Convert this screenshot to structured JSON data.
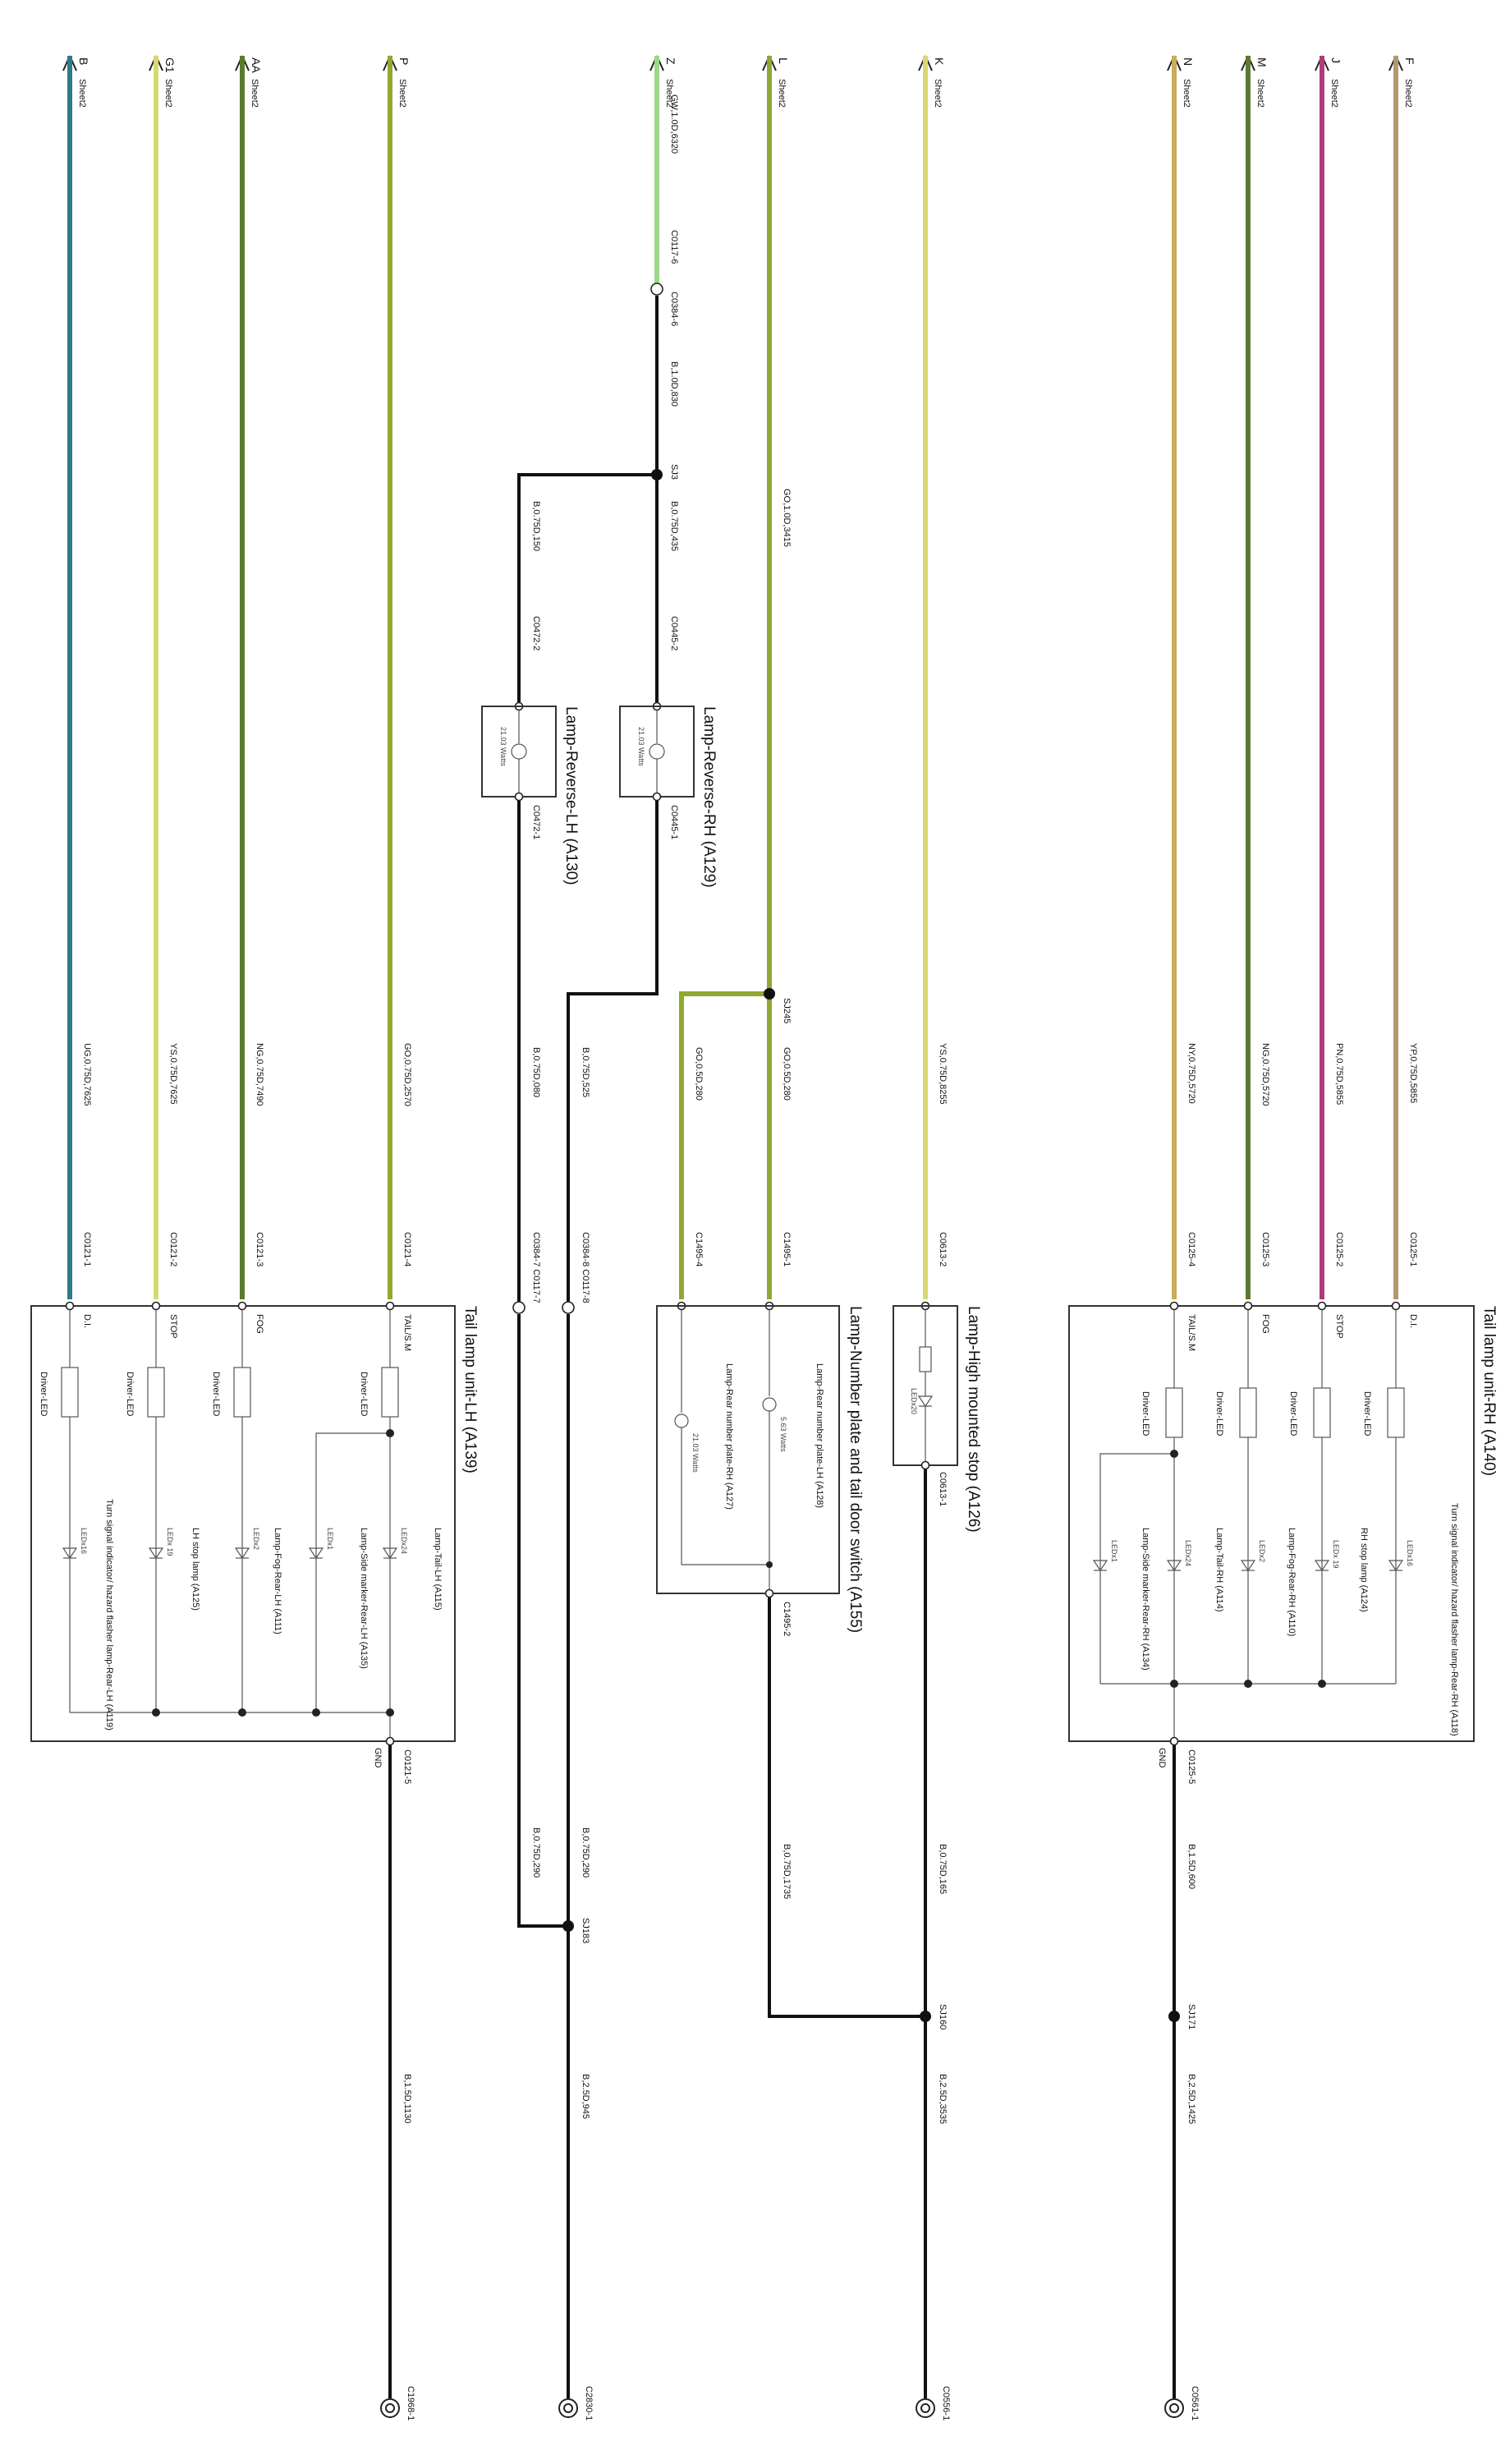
{
  "rh": {
    "title": "Tail lamp unit-RH (A140)",
    "wires": [
      {
        "dest": "F",
        "sheet": "Sheet2",
        "code": "YP,0.75D,5855",
        "pin": "C0125-1",
        "func": "D.I.",
        "color": "#b39a6b"
      },
      {
        "dest": "J",
        "sheet": "Sheet2",
        "code": "PN,0.75D,5855",
        "pin": "C0125-2",
        "func": "STOP",
        "color": "#b03a7a"
      },
      {
        "dest": "M",
        "sheet": "Sheet2",
        "code": "NG,0.75D,5720",
        "pin": "C0125-3",
        "func": "FOG",
        "color": "#5c7a2e"
      },
      {
        "dest": "N",
        "sheet": "Sheet2",
        "code": "NY,0.75D,5720",
        "pin": "C0125-4",
        "func": "TAIL/S.M",
        "color": "#c8ad5a"
      }
    ],
    "driver": "Driver-LED",
    "lamps": [
      {
        "name": "Turn signal indicator/ hazard flasher lamp-Rear-RH (A118)",
        "led": "LEDx16"
      },
      {
        "name": "RH stop lamp (A124)",
        "led": "LEDx 19"
      },
      {
        "name": "Lamp-Fog-Rear-RH (A110)",
        "led": "LEDx2"
      },
      {
        "name": "Lamp-Tail-RH (A114)",
        "led": "LEDx24"
      },
      {
        "name": "Lamp-Side marker-Rear-RH (A134)",
        "led": "LEDx1"
      }
    ],
    "gnd_label": "GND",
    "gnd_pin": "C0125-5",
    "gnd_code": "B,1.5D,600",
    "splice": "SJ171",
    "out_code": "B,2.5D,1425",
    "ground": "C0561-1"
  },
  "hms": {
    "title": "Lamp-High mounted stop (A126)",
    "dest": "K",
    "sheet": "Sheet2",
    "code": "YS,0.75D,8255",
    "pin_in": "C0613-2",
    "pin_out": "C0613-1",
    "led": "LEDx20",
    "gnd_code": "B,0.75D,165",
    "splice": "SJ160",
    "out_code": "B,2.5D,3535",
    "ground": "C0556-1",
    "color": "#d8d870"
  },
  "np": {
    "title": "Lamp-Number plate and tail door switch (A155)",
    "dest": "L",
    "sheet": "Sheet2",
    "code_in": "GO,1.0D,3415",
    "splice": "SJ245",
    "branch1_code": "GO,0.5D,280",
    "branch2_code": "GO,0.5D,280",
    "pin1": "C1495-1",
    "pin4": "C1495-4",
    "pin2": "C1495-2",
    "lamp_lh": {
      "name": "Lamp-Rear number plate-LH (A128)",
      "watts": "5.63 Watts"
    },
    "lamp_rh": {
      "name": "Lamp-Rear number plate-RH (A127)",
      "watts": "21.03 Watts"
    },
    "gnd_code": "B,0.75D,1735",
    "color": "#8fa832"
  },
  "rev": {
    "dest": "Z",
    "sheet": "Sheet2",
    "code_in": "GW,1.0D,6320",
    "conn_a": "C0117-6",
    "conn_b": "C0384-6",
    "code_mid": "B,1.0D,830",
    "splice": "SJ3",
    "rh": {
      "title": "Lamp-Reverse-RH (A129)",
      "code": "B,0.75D,435",
      "pin_in": "C0445-2",
      "pin_out": "C0445-1",
      "watts": "21.03 Watts"
    },
    "lh": {
      "title": "Lamp-Reverse-LH (A130)",
      "code": "B,0.75D,150",
      "pin_in": "C0472-2",
      "pin_out": "C0472-1",
      "watts": "21.03 Watts"
    },
    "ret_rh_code": "B,0.75D,525",
    "ret_lh_code": "B,0.75D,080",
    "conn_c": "C0384-8 C0117-8",
    "conn_d": "C0384-7 C0117-7",
    "gnd1_code": "B,0.75D,290",
    "gnd2_code": "B,0.75D,290",
    "splice2": "SJ183",
    "out_code": "B,2.5D,945",
    "ground": "C2830-1",
    "color": "#9ad88a"
  },
  "lh": {
    "title": "Tail lamp unit-LH (A139)",
    "wires": [
      {
        "dest": "P",
        "sheet": "Sheet2",
        "code": "GO,0.75D,2570",
        "pin": "C0121-4",
        "func": "TAIL/S.M",
        "color": "#8fa832"
      },
      {
        "dest": "AA",
        "sheet": "Sheet2",
        "code": "NG,0.75D,7490",
        "pin": "C0121-3",
        "func": "FOG",
        "color": "#5c7a2e"
      },
      {
        "dest": "G1",
        "sheet": "Sheet2",
        "code": "YS,0.75D,7625",
        "pin": "C0121-2",
        "func": "STOP",
        "color": "#d8d870"
      },
      {
        "dest": "B",
        "sheet": "Sheet2",
        "code": "UG,0.75D,7625",
        "pin": "C0121-1",
        "func": "D.I.",
        "color": "#2f7a8a"
      }
    ],
    "driver": "Driver-LED",
    "lamps": [
      {
        "name": "Lamp-Tail-LH (A115)",
        "led": "LEDx24"
      },
      {
        "name": "Lamp-Side marker-Rear-LH (A135)",
        "led": "LEDx1"
      },
      {
        "name": "Lamp-Fog-Rear-LH (A111)",
        "led": "LEDx2"
      },
      {
        "name": "LH stop lamp (A125)",
        "led": "LEDx 19"
      },
      {
        "name": "Turn signal indicator/ hazard flasher lamp-Rear-LH (A119)",
        "led": "LEDx16"
      }
    ],
    "gnd_label": "GND",
    "gnd_pin": "C0121-5",
    "out_code": "B,1.5D,1130",
    "ground": "C1968-1"
  }
}
